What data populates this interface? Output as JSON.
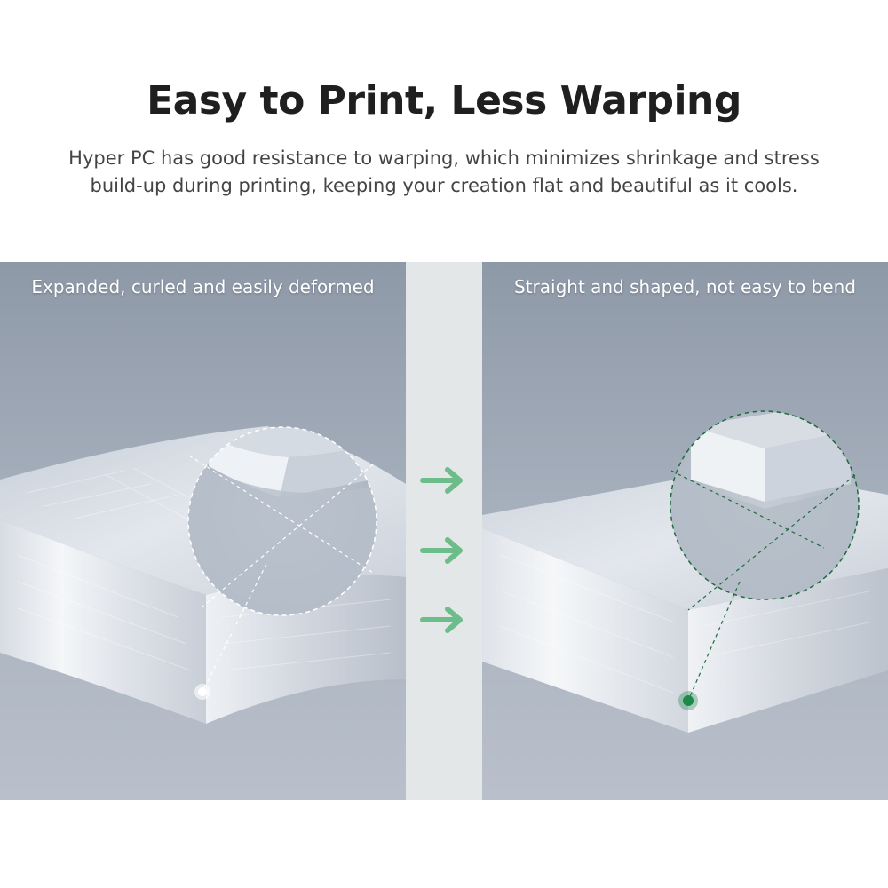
{
  "header": {
    "title": "Easy to Print, Less Warping",
    "subtitle_line1": "Hyper PC has good resistance to warping, which minimizes shrinkage and stress",
    "subtitle_line2": "build-up during printing, keeping your creation flat and beautiful as it cools."
  },
  "panels": {
    "left_label": "Expanded, curled and easily deformed",
    "right_label": "Straight and shaped, not easy to bend"
  },
  "colors": {
    "arrow": "#6dbd8a",
    "highlight_green": "#1e8a4a",
    "background_gray": "#9aa3b0"
  },
  "icons": {
    "arrow": "arrow-right-icon"
  }
}
